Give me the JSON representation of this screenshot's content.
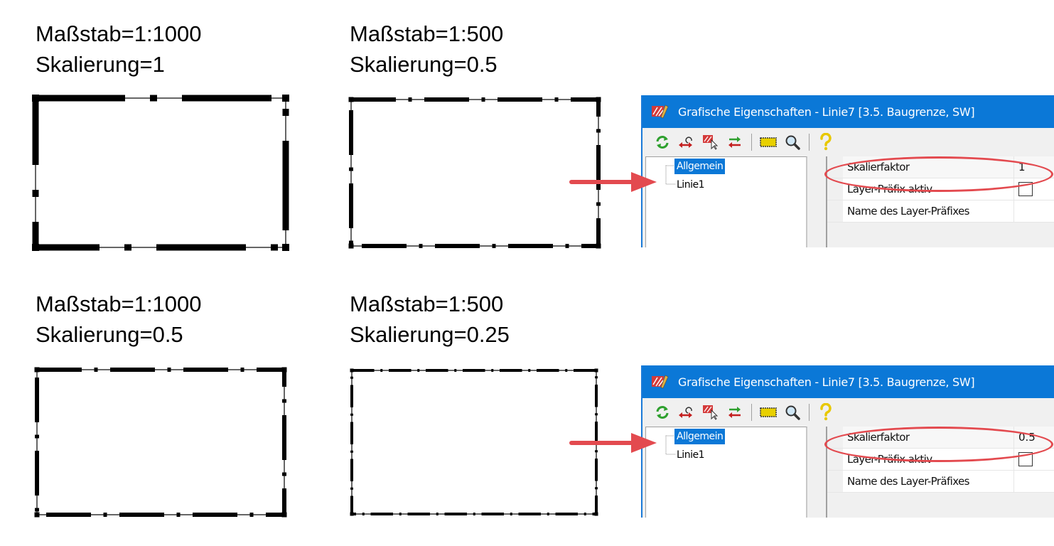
{
  "panels": [
    {
      "scale_label": "Maßstab=1:1000",
      "scaling_label": "Skalierung=1"
    },
    {
      "scale_label": "Maßstab=1:500",
      "scaling_label": "Skalierung=0.5"
    },
    {
      "scale_label": "Maßstab=1:1000",
      "scaling_label": "Skalierung=0.5"
    },
    {
      "scale_label": "Maßstab=1:500",
      "scaling_label": "Skalierung=0.25"
    }
  ],
  "line_style": {
    "name": "Baugrenze",
    "stroke_color": "#000000",
    "pattern_scales": [
      1,
      0.5,
      0.5,
      0.25
    ]
  },
  "dialogs": [
    {
      "title": "Grafische Eigenschaften - Linie7 [3.5. Baugrenze, SW]",
      "toolbar": [
        "refresh-icon",
        "swap-link-icon",
        "select-hatch-icon",
        "exchange-icon",
        "rectangle-fill-icon",
        "zoom-icon",
        "help-icon"
      ],
      "tree": {
        "items": [
          {
            "label": "Allgemein",
            "selected": true
          },
          {
            "label": "Linie1",
            "selected": false
          }
        ]
      },
      "properties": [
        {
          "name": "Skalierfaktor",
          "value": "1"
        },
        {
          "name": "Layer-Präfix aktiv",
          "value": "",
          "type": "checkbox",
          "checked": false
        },
        {
          "name": "Name des Layer-Präfixes",
          "value": ""
        }
      ]
    },
    {
      "title": "Grafische Eigenschaften - Linie7 [3.5. Baugrenze, SW]",
      "toolbar": [
        "refresh-icon",
        "swap-link-icon",
        "select-hatch-icon",
        "exchange-icon",
        "rectangle-fill-icon",
        "zoom-icon",
        "help-icon"
      ],
      "tree": {
        "items": [
          {
            "label": "Allgemein",
            "selected": true
          },
          {
            "label": "Linie1",
            "selected": false
          }
        ]
      },
      "properties": [
        {
          "name": "Skalierfaktor",
          "value": "0.5"
        },
        {
          "name": "Layer-Präfix aktiv",
          "value": "",
          "type": "checkbox",
          "checked": false
        },
        {
          "name": "Name des Layer-Präfixes",
          "value": ""
        }
      ]
    }
  ],
  "colors": {
    "titlebar": "#0b78d7",
    "selection": "#0b78d7",
    "annotation_red": "#e34a4f"
  }
}
